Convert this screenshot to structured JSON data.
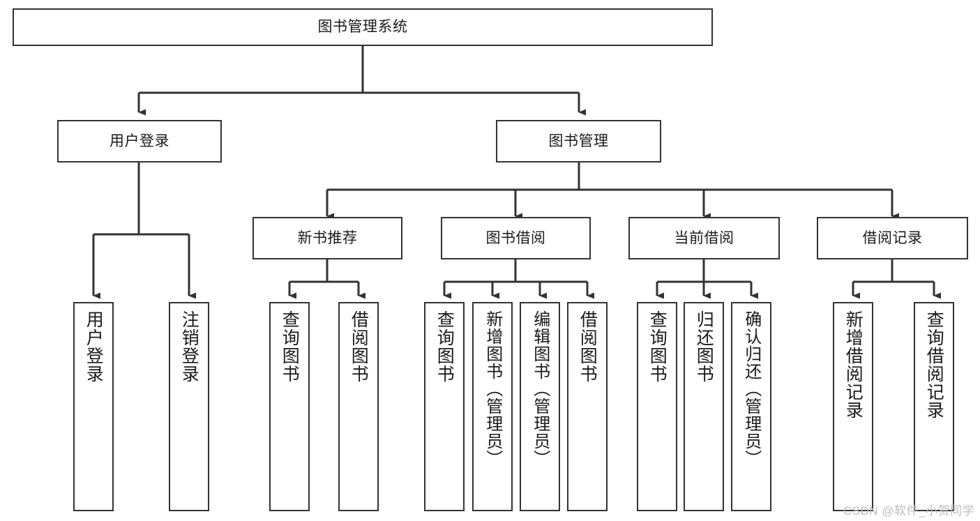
{
  "diagram": {
    "title": "图书管理系统",
    "type": "tree-hierarchy",
    "orientation": "top-down",
    "style": {
      "box_fill": "#ffffff",
      "box_stroke": "#333333",
      "connector_color": "#333333",
      "text_color": "#1a1a1a",
      "background": "#ffffff"
    }
  },
  "root": {
    "label": "图书管理系统"
  },
  "level2": [
    {
      "label": "用户登录"
    },
    {
      "label": "图书管理"
    }
  ],
  "level3": [
    {
      "label": "新书推荐"
    },
    {
      "label": "图书借阅"
    },
    {
      "label": "当前借阅"
    },
    {
      "label": "借阅记录"
    }
  ],
  "leaves": {
    "user_login": [
      {
        "label": "用户登录"
      },
      {
        "label": "注销登录"
      }
    ],
    "new_book": [
      {
        "label": "查询图书"
      },
      {
        "label": "借阅图书"
      }
    ],
    "book_borrow": [
      {
        "label": "查询图书"
      },
      {
        "label": "新增图书（管理员）"
      },
      {
        "label": "编辑图书（管理员）"
      },
      {
        "label": "借阅图书"
      }
    ],
    "current_borrow": [
      {
        "label": "查询图书"
      },
      {
        "label": "归还图书"
      },
      {
        "label": "确认归还（管理员）"
      }
    ],
    "borrow_record": [
      {
        "label": "新增借阅记录"
      },
      {
        "label": "查询借阅记录"
      }
    ]
  },
  "watermark": {
    "text": "CSDN @软件_小贺同学"
  }
}
